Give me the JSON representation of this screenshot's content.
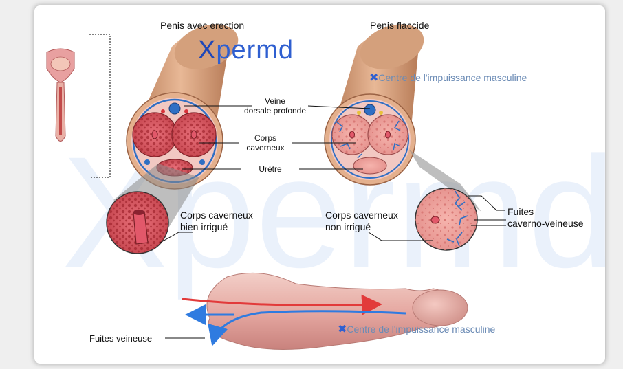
{
  "headings": {
    "erect": "Penis avec erection",
    "flaccid": "Penis flaccide"
  },
  "logo": {
    "x_letter": "X",
    "rest": "permd"
  },
  "watermarks": {
    "top": "Centre de l'impuissance masculine",
    "bottom": "Centre de l'impuissance masculine",
    "background": "Xpermd"
  },
  "labels": {
    "veine_line1": "Veine",
    "veine_line2": "dorsale profonde",
    "corps_line1": "Corps",
    "corps_line2": "caverneux",
    "uretre": "Urètre",
    "irrigue_line1": "Corps caverneux",
    "irrigue_line2": "bien irrigué",
    "non_irrigue_line1": "Corps caverneux",
    "non_irrigue_line2": "non irrigué",
    "fuites_line1": "Fuites",
    "fuites_line2": "caverno-veineuse",
    "fuites_veineuse": "Fuites veineuse"
  },
  "colors": {
    "skin": "#d9a27e",
    "tissue": "#d9535a",
    "vein": "#2f6fc4",
    "artery": "#d8333a",
    "logo_blue": "#2f5fd0",
    "arrow_red": "#e23a3a",
    "arrow_blue": "#2f7be0"
  }
}
